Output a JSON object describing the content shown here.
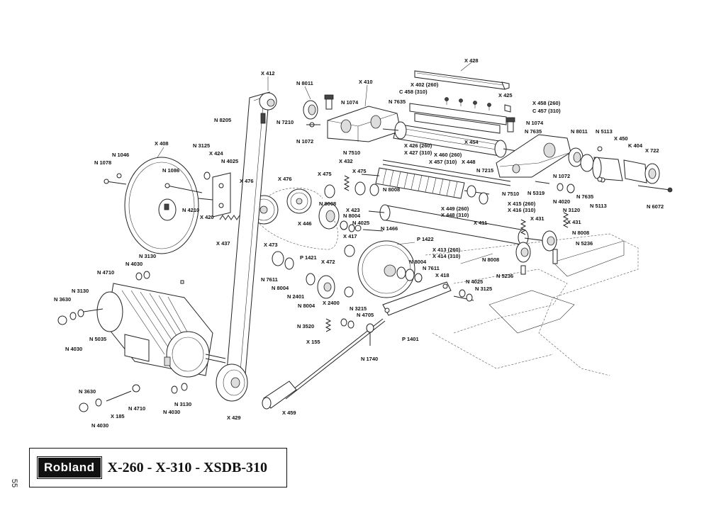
{
  "title_block": {
    "brand": "Robland",
    "models": "X-260 - X-310 - XSDB-310"
  },
  "page_number": "55",
  "part_labels": [
    {
      "id": "x412",
      "text": "X 412"
    },
    {
      "id": "n8011a",
      "text": "N 8011"
    },
    {
      "id": "x410",
      "text": "X 410"
    },
    {
      "id": "n1074a",
      "text": "N 1074"
    },
    {
      "id": "n7635a",
      "text": "N 7635"
    },
    {
      "id": "x402",
      "text": "X 402 (260)"
    },
    {
      "id": "c458",
      "text": "C 458 (310)"
    },
    {
      "id": "x428",
      "text": "X 428"
    },
    {
      "id": "x425",
      "text": "X 425"
    },
    {
      "id": "x458",
      "text": "X 458 (260)"
    },
    {
      "id": "c457",
      "text": "C 457 (310)"
    },
    {
      "id": "n8205",
      "text": "N 8205"
    },
    {
      "id": "n7210",
      "text": "N 7210"
    },
    {
      "id": "n1072a",
      "text": "N 1072"
    },
    {
      "id": "n1074b",
      "text": "N 1074"
    },
    {
      "id": "n7635b",
      "text": "N 7635"
    },
    {
      "id": "n8011b",
      "text": "N 8011"
    },
    {
      "id": "n5113a",
      "text": "N 5113"
    },
    {
      "id": "x450",
      "text": "X 450"
    },
    {
      "id": "k404",
      "text": "K 404"
    },
    {
      "id": "x722",
      "text": "X 722"
    },
    {
      "id": "x408",
      "text": "X 408"
    },
    {
      "id": "n3125a",
      "text": "N 3125"
    },
    {
      "id": "x424",
      "text": "X 424"
    },
    {
      "id": "n4025a",
      "text": "N 4025"
    },
    {
      "id": "n1046",
      "text": "N 1046"
    },
    {
      "id": "n1078",
      "text": "N 1078"
    },
    {
      "id": "n1086",
      "text": "N 1086"
    },
    {
      "id": "x426",
      "text": "X 426 (260)"
    },
    {
      "id": "x427",
      "text": "X 427 (310)"
    },
    {
      "id": "n7510a",
      "text": "N 7510"
    },
    {
      "id": "x460",
      "text": "X 460 (260)"
    },
    {
      "id": "x457",
      "text": "X 457 (310)"
    },
    {
      "id": "x448a",
      "text": "X 448"
    },
    {
      "id": "x454",
      "text": "X 454"
    },
    {
      "id": "x432",
      "text": "X 432"
    },
    {
      "id": "x475a",
      "text": "X 475"
    },
    {
      "id": "x475b",
      "text": "X 475"
    },
    {
      "id": "n7215",
      "text": "N 7215"
    },
    {
      "id": "n1072b",
      "text": "N 1072"
    },
    {
      "id": "x476a",
      "text": "X 476"
    },
    {
      "id": "x476b",
      "text": "X 476"
    },
    {
      "id": "n8008a",
      "text": "N 8008"
    },
    {
      "id": "n7510b",
      "text": "N 7510"
    },
    {
      "id": "n5319",
      "text": "N 5319"
    },
    {
      "id": "n4020",
      "text": "N 4020"
    },
    {
      "id": "n7635c",
      "text": "N 7635"
    },
    {
      "id": "n5113b",
      "text": "N 5113"
    },
    {
      "id": "n6072",
      "text": "N 6072"
    },
    {
      "id": "n4210",
      "text": "N 4210"
    },
    {
      "id": "x420",
      "text": "X 420"
    },
    {
      "id": "n8008b",
      "text": "N 8008"
    },
    {
      "id": "x423",
      "text": "X 423"
    },
    {
      "id": "n8004a",
      "text": "N 8004"
    },
    {
      "id": "x449",
      "text": "X 449 (260)"
    },
    {
      "id": "x448b",
      "text": "X 448 (310)"
    },
    {
      "id": "x415",
      "text": "X 415 (260)"
    },
    {
      "id": "x416",
      "text": "X 416 (310)"
    },
    {
      "id": "n3120",
      "text": "N 3120"
    },
    {
      "id": "x446",
      "text": "X 446"
    },
    {
      "id": "n4025b",
      "text": "N 4025"
    },
    {
      "id": "n1466",
      "text": "N 1466"
    },
    {
      "id": "x411",
      "text": "X 411"
    },
    {
      "id": "x431a",
      "text": "X 431"
    },
    {
      "id": "x431b",
      "text": "X 431"
    },
    {
      "id": "x437",
      "text": "X 437"
    },
    {
      "id": "x417",
      "text": "X 417"
    },
    {
      "id": "p1422",
      "text": "P 1422"
    },
    {
      "id": "n8008c",
      "text": "N 8008"
    },
    {
      "id": "n5236a",
      "text": "N 5236"
    },
    {
      "id": "x473",
      "text": "X 473"
    },
    {
      "id": "x413",
      "text": "X 413 (260)"
    },
    {
      "id": "x414",
      "text": "X 414 (310)"
    },
    {
      "id": "n3130a",
      "text": "N 3130"
    },
    {
      "id": "n4030a",
      "text": "N 4030"
    },
    {
      "id": "p1421",
      "text": "P 1421"
    },
    {
      "id": "x472",
      "text": "X 472"
    },
    {
      "id": "n8004b",
      "text": "N 8004"
    },
    {
      "id": "n7611a",
      "text": "N 7611"
    },
    {
      "id": "n8008d",
      "text": "N 8008"
    },
    {
      "id": "n4710a",
      "text": "N 4710"
    },
    {
      "id": "n7611b",
      "text": "N 7611"
    },
    {
      "id": "x418",
      "text": "X 418"
    },
    {
      "id": "n5236b",
      "text": "N 5236"
    },
    {
      "id": "n8004c",
      "text": "N 8004"
    },
    {
      "id": "n4025c",
      "text": "N 4025"
    },
    {
      "id": "n3125b",
      "text": "N 3125"
    },
    {
      "id": "n3130b",
      "text": "N 3130"
    },
    {
      "id": "n3630a",
      "text": "N 3630"
    },
    {
      "id": "n2401",
      "text": "N 2401"
    },
    {
      "id": "n8004d",
      "text": "N 8004"
    },
    {
      "id": "x2400",
      "text": "X 2400"
    },
    {
      "id": "n3215",
      "text": "N 3215"
    },
    {
      "id": "n4705",
      "text": "N 4705"
    },
    {
      "id": "n3520",
      "text": "N 3520"
    },
    {
      "id": "n5035",
      "text": "N 5035"
    },
    {
      "id": "n4030b",
      "text": "N 4030"
    },
    {
      "id": "p1401",
      "text": "P 1401"
    },
    {
      "id": "x155",
      "text": "X 155"
    },
    {
      "id": "n1740",
      "text": "N 1740"
    },
    {
      "id": "n3630b",
      "text": "N 3630"
    },
    {
      "id": "n4710b",
      "text": "N 4710"
    },
    {
      "id": "n3130c",
      "text": "N 3130"
    },
    {
      "id": "n4030c",
      "text": "N 4030"
    },
    {
      "id": "x185",
      "text": "X 185"
    },
    {
      "id": "n4030d",
      "text": "N 4030"
    },
    {
      "id": "x429",
      "text": "X 429"
    },
    {
      "id": "x459",
      "text": "X 459"
    }
  ]
}
